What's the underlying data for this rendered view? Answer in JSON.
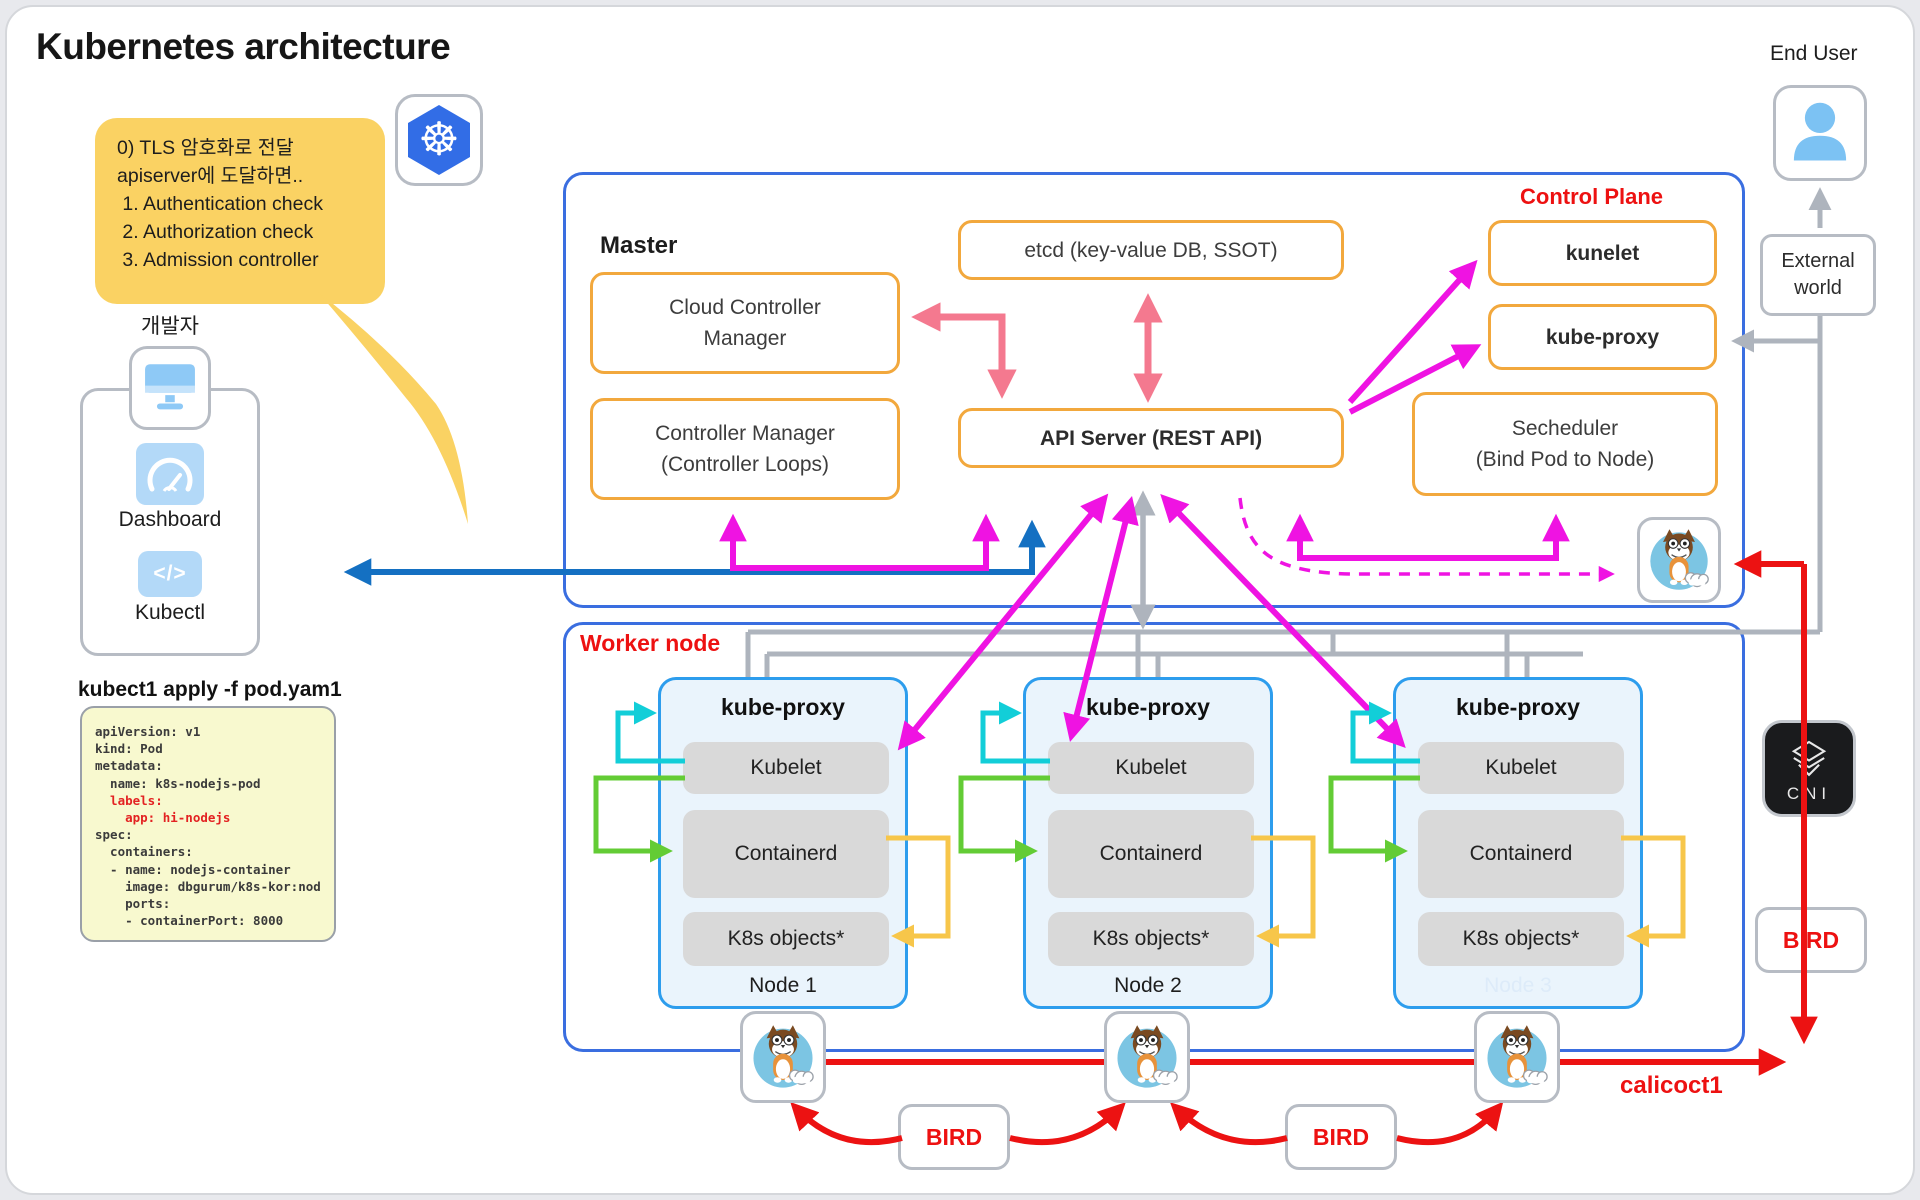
{
  "title": "Kubernetes architecture",
  "bubble": {
    "lines": [
      "0) TLS 암호화로 전달",
      "apiserver에 도달하면..",
      " 1. Authentication check",
      " 2. Authorization check",
      " 3. Admission controller"
    ]
  },
  "developer": {
    "label": "개발자",
    "dashboard": "Dashboard",
    "kubectl": "Kubectl"
  },
  "command_title": "kubect1 apply -f pod.yam1",
  "code": {
    "lines": [
      {
        "text": "apiVersion: v1",
        "color": "dark"
      },
      {
        "text": "kind: Pod",
        "color": "dark"
      },
      {
        "text": "metadata:",
        "color": "dark"
      },
      {
        "text": "  name: k8s-nodejs-pod",
        "color": "dark"
      },
      {
        "text": "  labels:",
        "color": "red"
      },
      {
        "text": "    app: hi-nodejs",
        "color": "red"
      },
      {
        "text": "spec:",
        "color": "dark"
      },
      {
        "text": "  containers:",
        "color": "dark"
      },
      {
        "text": "  - name: nodejs-container",
        "color": "dark"
      },
      {
        "text": "    image: dbgurum/k8s-kor:nod",
        "color": "dark"
      },
      {
        "text": "    ports:",
        "color": "dark"
      },
      {
        "text": "    - containerPort: 8000",
        "color": "dark"
      }
    ]
  },
  "master": {
    "label": "Master",
    "control_plane": "Control Plane",
    "cloud_controller": {
      "line1": "Cloud Controller",
      "line2": "Manager"
    },
    "controller_manager": {
      "line1": "Controller Manager",
      "line2": "(Controller Loops)"
    },
    "etcd": "etcd (key-value DB, SSOT)",
    "api_server": "API Server (REST API)",
    "kunelet": "kunelet",
    "kube_proxy": "kube-proxy",
    "scheduler": {
      "line1": "Secheduler",
      "line2": "(Bind Pod to Node)"
    }
  },
  "worker": {
    "label": "Worker node",
    "nodes": [
      {
        "title": "kube-proxy",
        "items": [
          "Kubelet",
          "Containerd",
          "K8s objects*"
        ],
        "label": "Node 1"
      },
      {
        "title": "kube-proxy",
        "items": [
          "Kubelet",
          "Containerd",
          "K8s objects*"
        ],
        "label": "Node 2"
      },
      {
        "title": "kube-proxy",
        "items": [
          "Kubelet",
          "Containerd",
          "K8s objects*"
        ],
        "label": "Node 3"
      }
    ]
  },
  "right": {
    "end_user": "End User",
    "external": {
      "line1": "External",
      "line2": "world"
    },
    "cni": "CNI",
    "bird": "BIRD",
    "calicoctl": "calicoct1"
  },
  "colors": {
    "magenta_arrow": "#ef13e2",
    "pink_arrow": "#f4798f",
    "blue_arrow": "#1470c2",
    "gray_arrow": "#aeb4bd",
    "red_arrow": "#ec1212",
    "cyan_arrow": "#12ced8",
    "green_arrow": "#63cc35",
    "yellow_arrow": "#f7c64a",
    "orange_box_border": "#f2a83d",
    "master_box_border": "#3a6ee0",
    "node_box_border": "#2d9ded",
    "bubble_yellow": "#fad263",
    "code_background": "#f8f9cf",
    "kubernetes_blue": "#326de6",
    "red_label": "#ed1111"
  }
}
